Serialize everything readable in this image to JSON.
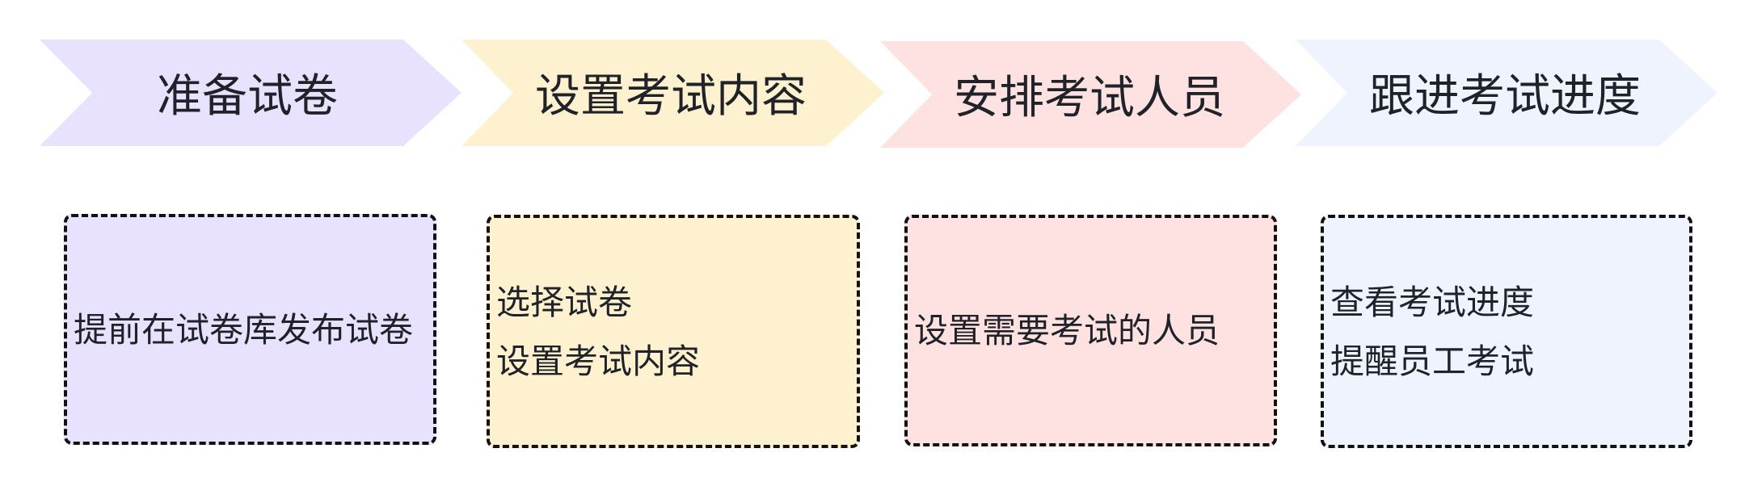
{
  "steps": [
    {
      "title": "准备试卷",
      "color": "#E9E2FE",
      "lines": [
        "提前在试卷库发布试卷"
      ]
    },
    {
      "title": "设置考试内容",
      "color": "#FDF1CF",
      "lines": [
        "选择试卷",
        "设置考试内容"
      ]
    },
    {
      "title": "安排考试人员",
      "color": "#FEE2E2",
      "lines": [
        "设置需要考试的人员"
      ]
    },
    {
      "title": "跟进考试进度",
      "color": "#EFF3FD",
      "lines": [
        "查看考试进度",
        "提醒员工考试"
      ]
    }
  ]
}
